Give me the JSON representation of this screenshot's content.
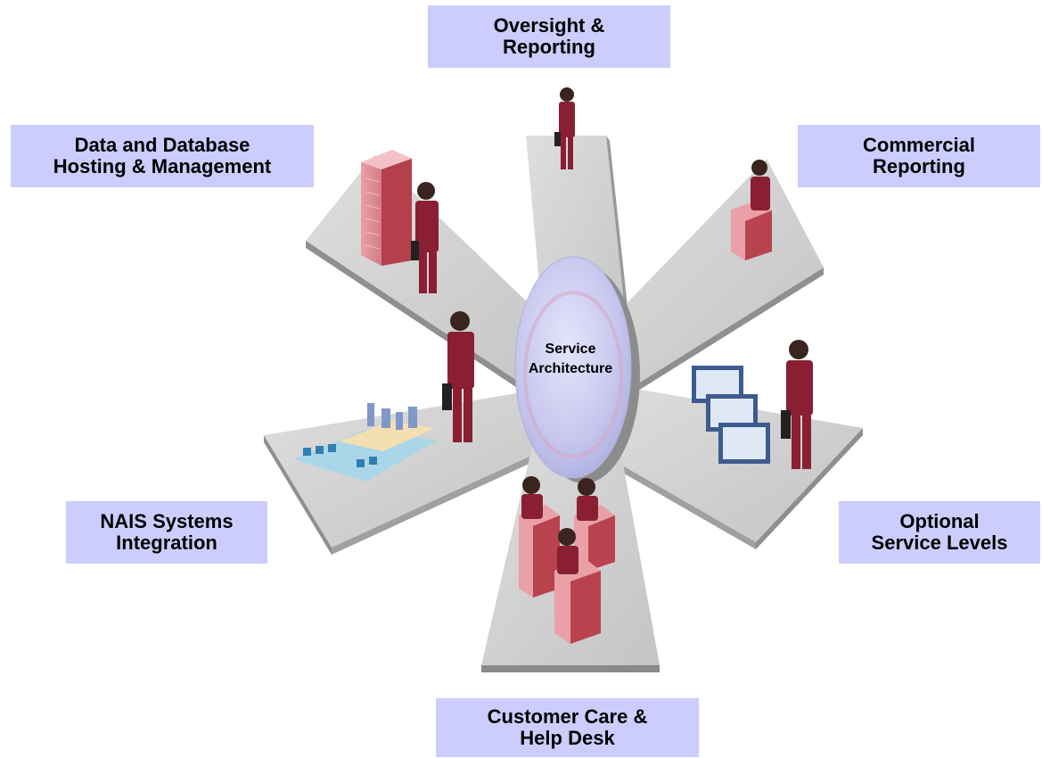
{
  "hub": {
    "line1": "Service",
    "line2": "Architecture"
  },
  "labels": {
    "top": {
      "line1": "Oversight &",
      "line2": "Reporting"
    },
    "top_left": {
      "line1": "Data and Database",
      "line2": "Hosting & Management"
    },
    "top_right": {
      "line1": "Commercial",
      "line2": "Reporting"
    },
    "bottom_left": {
      "line1": "NAIS Systems",
      "line2": "Integration"
    },
    "bottom_right": {
      "line1": "Optional",
      "line2": "Service Levels"
    },
    "bottom": {
      "line1": "Customer Care &",
      "line2": "Help Desk"
    }
  },
  "colors": {
    "label_bg": "#cccdfd",
    "platform_top": "#cfcfcf",
    "platform_side": "#8f8f8f",
    "figure": "#8a1f33",
    "hub": "#c9c9f0"
  }
}
